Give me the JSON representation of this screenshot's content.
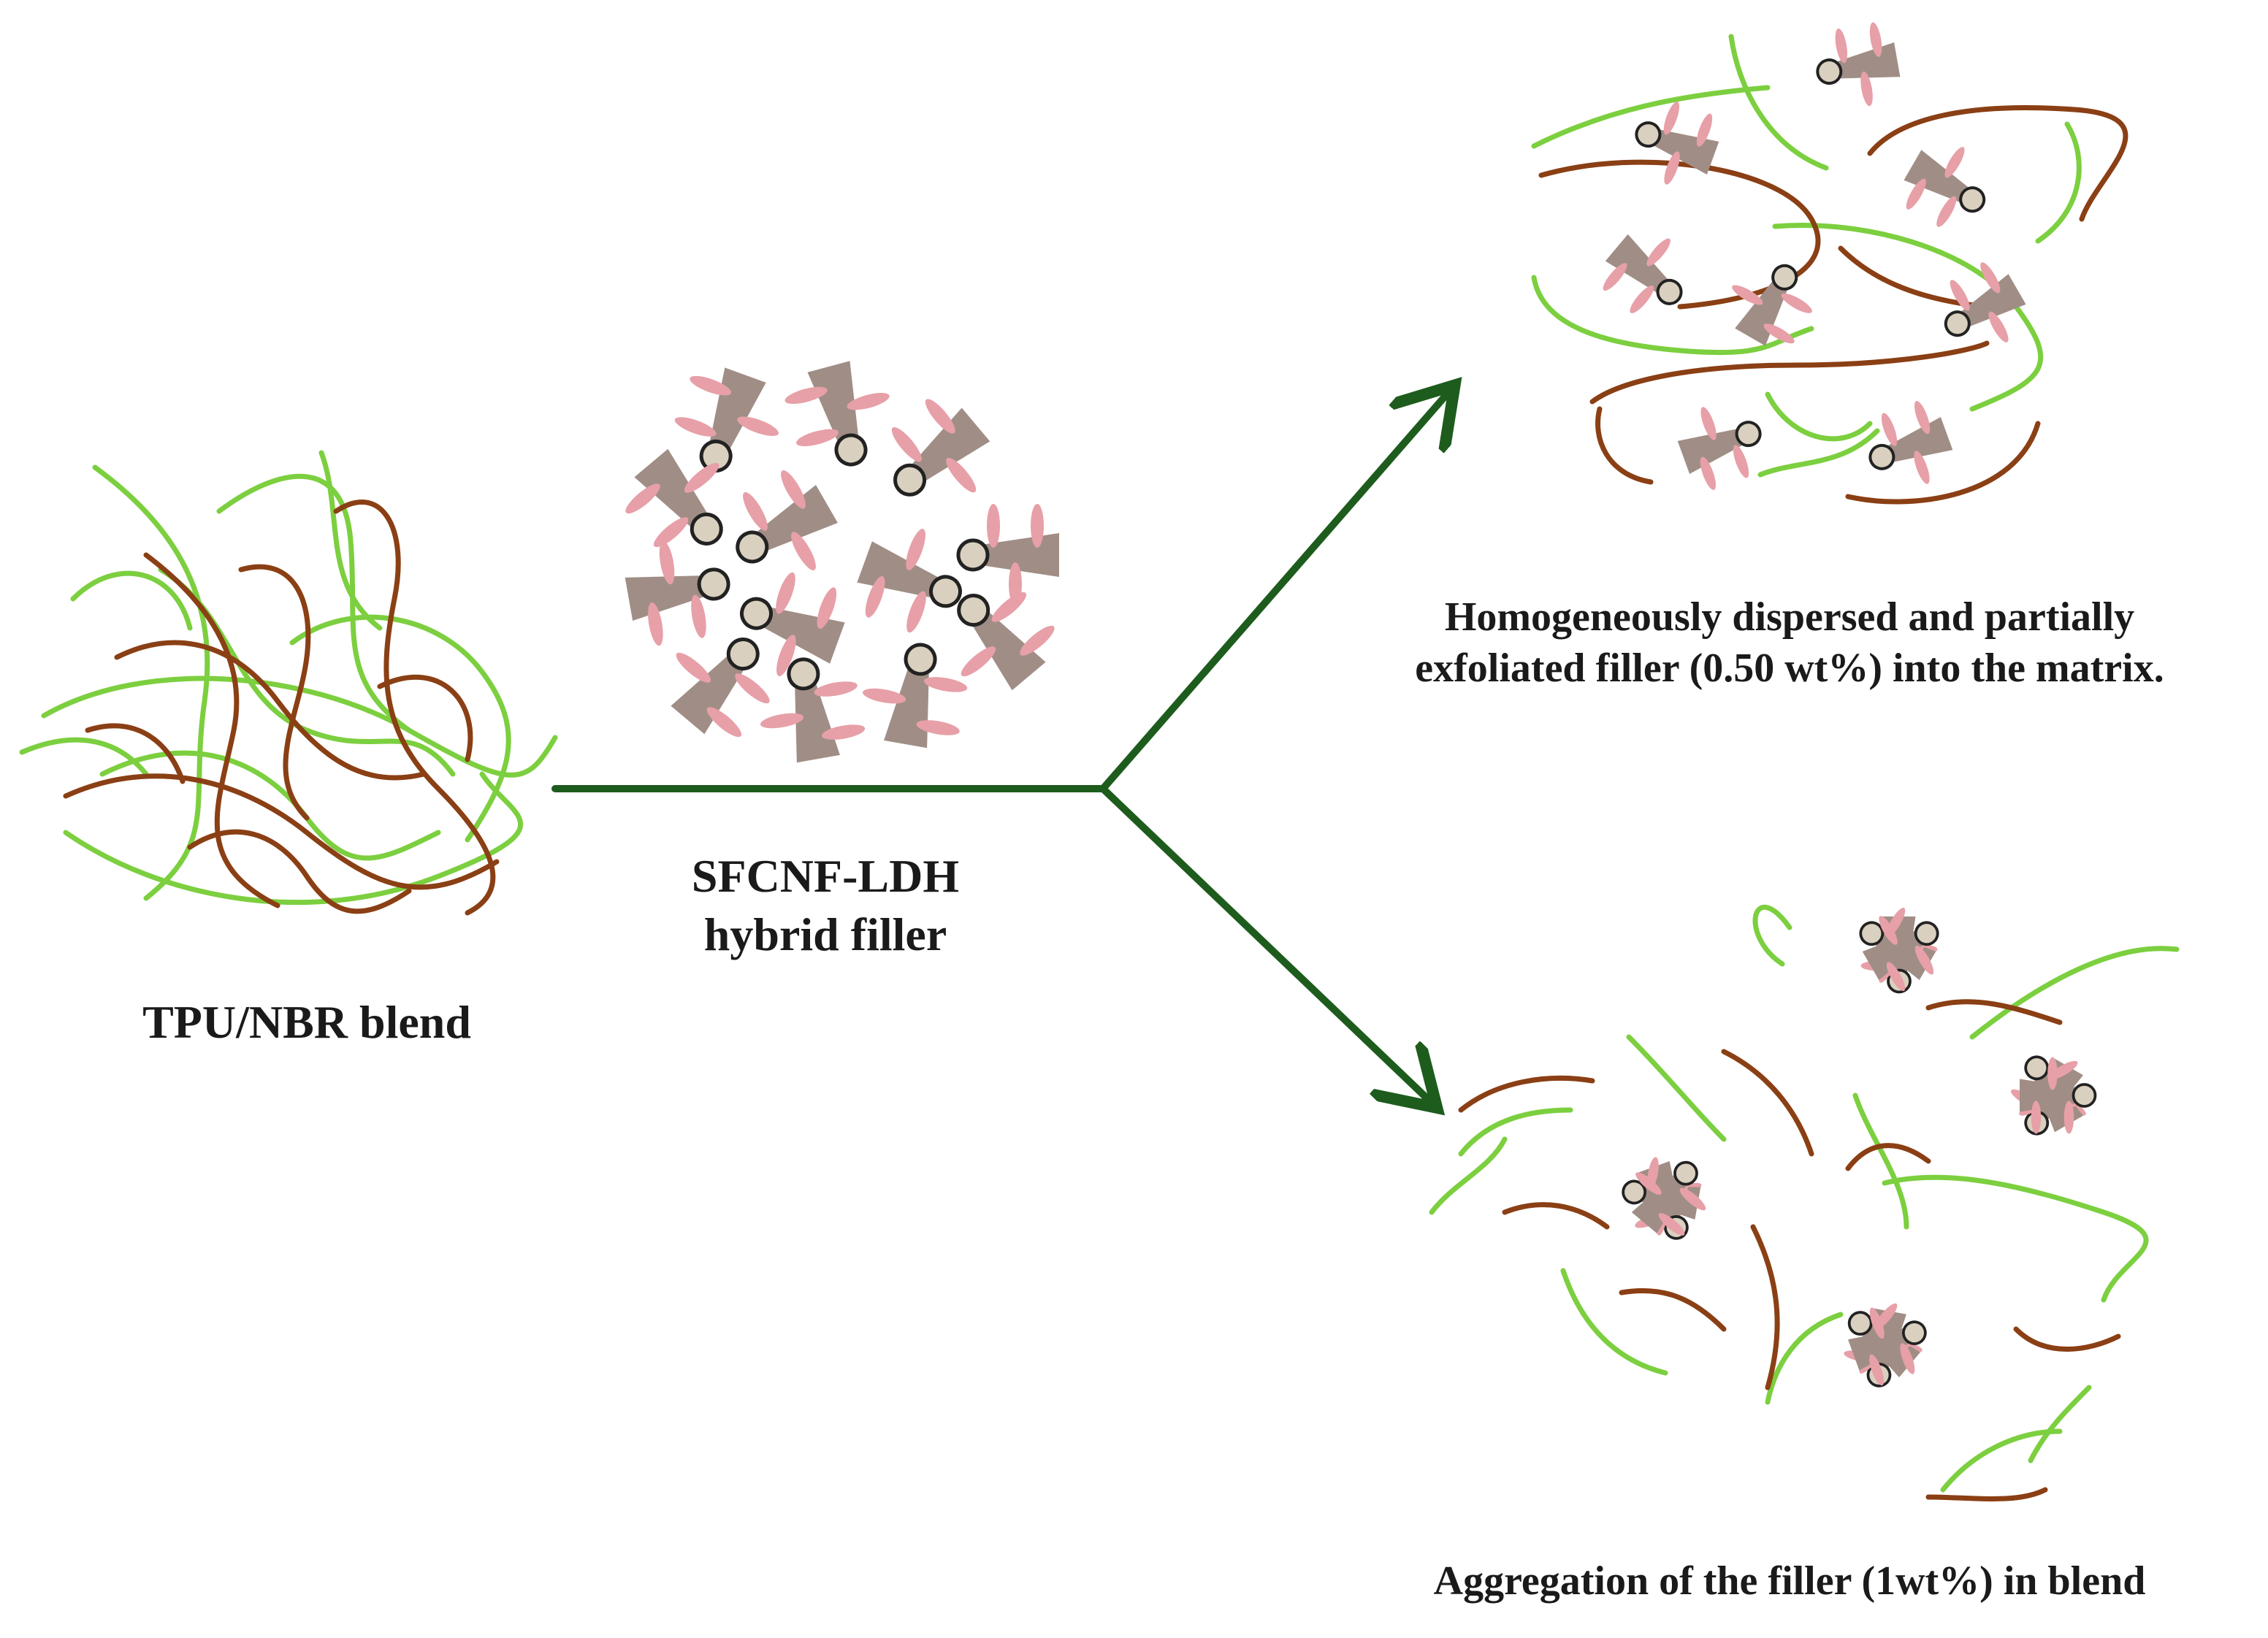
{
  "labels": {
    "blend": "TPU/NBR blend",
    "filler_line1": "SFCNF-LDH",
    "filler_line2": "hybrid filler",
    "homogeneous_line1": "Homogeneously dispersed and partially",
    "homogeneous_line2": "exfoliated filler (0.50 wt%) into the matrix.",
    "aggregation": "Aggregation of the filler (1wt%) in blend"
  },
  "colors": {
    "arrow": "#1d5c1d",
    "light_green_chain": "#7ccf3f",
    "brown_chain": "#8a3f14",
    "filler_body": "#a08e86",
    "filler_petal": "#e7a0a8",
    "filler_core": "#d9d0bf"
  }
}
